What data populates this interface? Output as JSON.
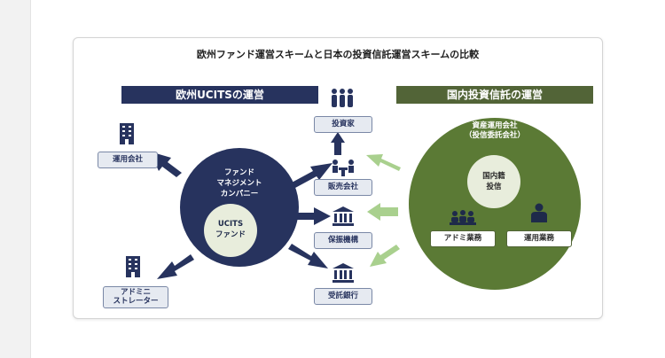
{
  "title": "欧州ファンド運営スキームと日本の投資信託運営スキームの比較",
  "left_banner": "欧州UCITSの運営",
  "right_banner": "国内投資信託の運営",
  "management_company": [
    "ファンド",
    "マネジメント",
    "カンパニー"
  ],
  "ucits_fund": [
    "UCITS",
    "ファンド"
  ],
  "asset_manager": [
    "資産運用会社",
    "（投信委託会社）"
  ],
  "domestic_fund": [
    "国内籍",
    "投信"
  ],
  "operations": {
    "admin": "アドミ業務",
    "investment": "運用業務"
  },
  "left_boxes": {
    "investment_company": "運用会社",
    "administrator": [
      "アドミニ",
      "ストレーター"
    ]
  },
  "center_boxes": {
    "investor": "投資家",
    "distributor": "販売会社",
    "depository": "保振機構",
    "trustee_bank": "受託銀行"
  },
  "colors": {
    "navy": "#27335e",
    "green": "#5b7a35",
    "light_green_arrow": "#a9d08e",
    "banner_green": "#526437"
  }
}
